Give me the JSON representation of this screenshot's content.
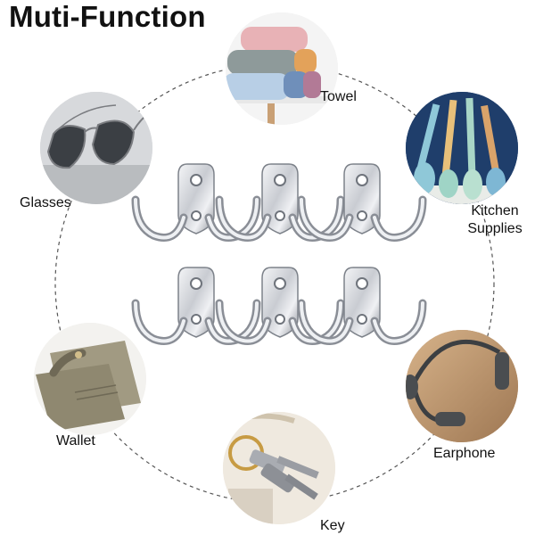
{
  "title": "Muti-Function",
  "labels": {
    "towel": "Towel",
    "glasses": "Glasses",
    "kitchen_line1": "Kitchen",
    "kitchen_line2": "Supplies",
    "wallet": "Wallet",
    "earphone": "Earphone",
    "key": "Key"
  },
  "colors": {
    "accent_dash": "#555555",
    "metal_light": "#e4e6ea",
    "metal_dark": "#8a8e96"
  },
  "product": {
    "hook_count": 6,
    "hook_type": "double-prong-robe-hook"
  }
}
